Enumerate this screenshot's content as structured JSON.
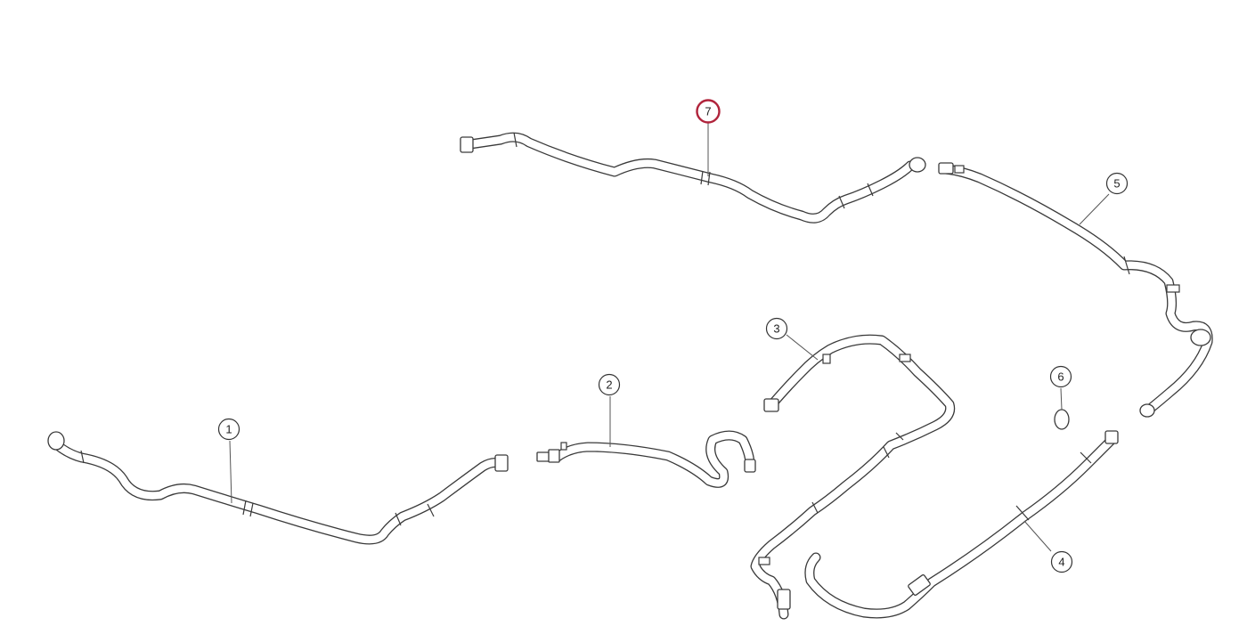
{
  "diagram": {
    "colors": {
      "line": "#3a3a3a",
      "background": "#ffffff",
      "highlight": "#b0233b"
    },
    "callouts": [
      {
        "id": "c1",
        "label": "1",
        "highlighted": false
      },
      {
        "id": "c2",
        "label": "2",
        "highlighted": false
      },
      {
        "id": "c3",
        "label": "3",
        "highlighted": false
      },
      {
        "id": "c4",
        "label": "4",
        "highlighted": false
      },
      {
        "id": "c5",
        "label": "5",
        "highlighted": false
      },
      {
        "id": "c6",
        "label": "6",
        "highlighted": false
      },
      {
        "id": "c7",
        "label": "7",
        "highlighted": true
      }
    ]
  }
}
